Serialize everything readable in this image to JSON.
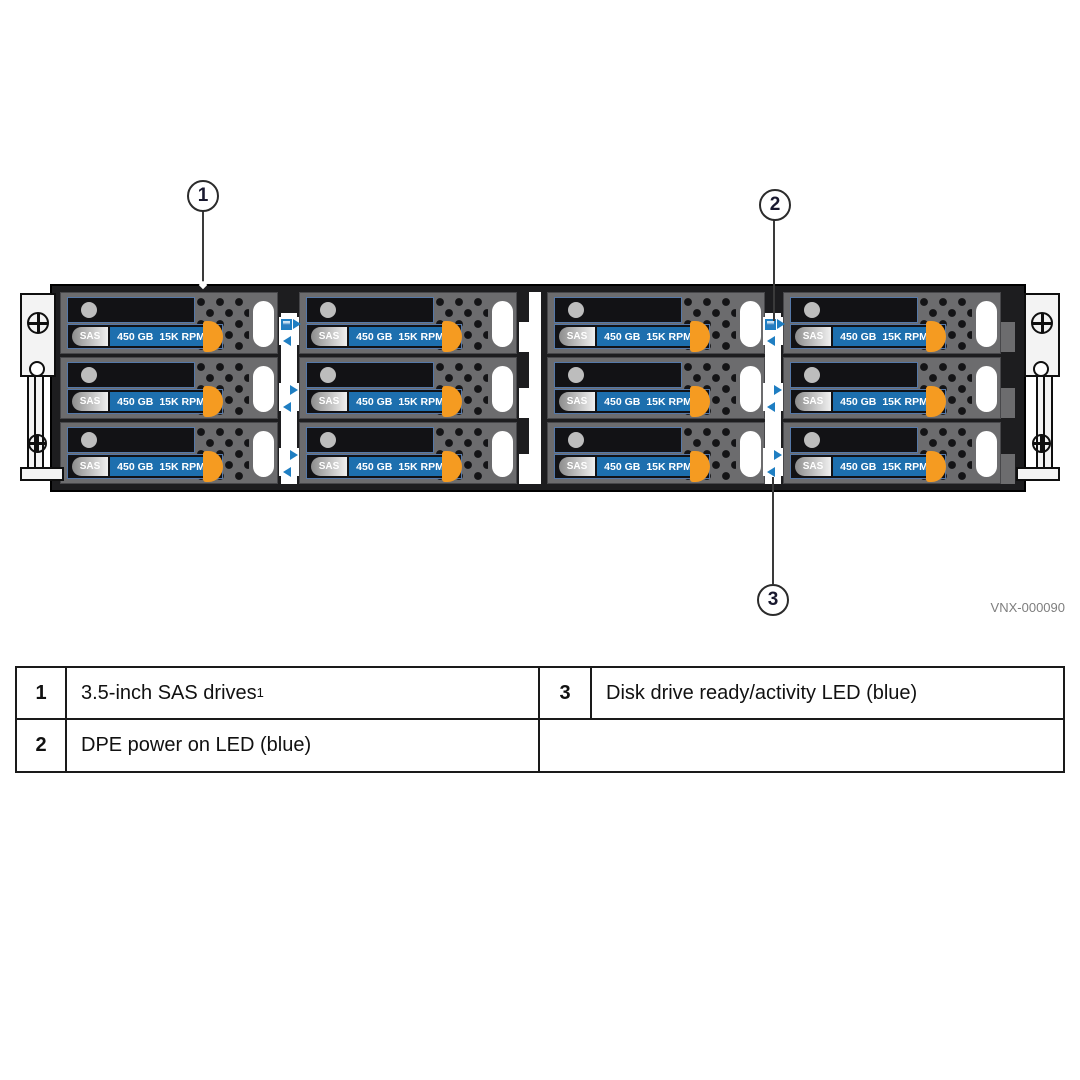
{
  "figure": {
    "code": "VNX-000090",
    "callouts": [
      {
        "label": "1"
      },
      {
        "label": "2"
      },
      {
        "label": "3"
      }
    ]
  },
  "enclosure": {
    "drive_count": 12,
    "drive": {
      "interface": "SAS",
      "capacity": "450 GB",
      "speed": "15K RPM"
    }
  },
  "legend_table": {
    "rows": [
      {
        "num_left": "1",
        "desc_left": "3.5-inch SAS drives",
        "desc_left_sup": "1",
        "num_right": "3",
        "desc_right": "Disk drive ready/activity LED (blue)"
      },
      {
        "num_left": "2",
        "desc_left": "DPE power on LED (blue)",
        "desc_left_sup": "",
        "num_right": "",
        "desc_right": ""
      }
    ]
  },
  "colors": {
    "led_blue": "#1f7ec2",
    "label_blue": "#1d6fae",
    "latch_orange": "#f59b21"
  }
}
